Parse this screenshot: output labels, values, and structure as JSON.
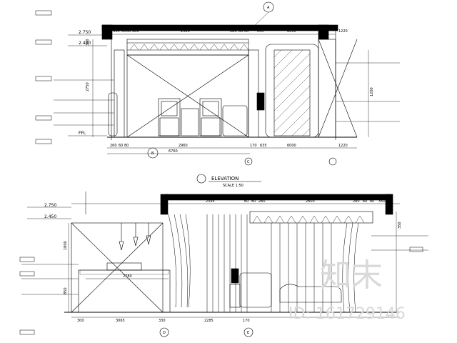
{
  "top_elevation": {
    "levels": [
      "2.750",
      "2.400",
      "FFL"
    ],
    "top_dims": [
      "350",
      "60",
      "80",
      "280",
      "2520",
      "280",
      "80",
      "60",
      "645",
      "6000",
      "1220"
    ],
    "bottom_dims": [
      "260",
      "60",
      "80",
      "2960",
      "170",
      "635",
      "6000",
      "1220"
    ],
    "overall_width": "6760",
    "heights": [
      "2750",
      "350"
    ],
    "right_height": "1200",
    "axis_markers": [
      "A",
      "B",
      "C"
    ]
  },
  "title": {
    "text": "ELEVATION",
    "scale": "SCALE 1:50"
  },
  "bottom_elevation": {
    "levels": [
      "2.750",
      "2.450"
    ],
    "top_dims": [
      "2395",
      "60",
      "80",
      "280",
      "2800",
      "280",
      "60",
      "80",
      "350"
    ],
    "bottom_dims": [
      "300",
      "3065",
      "330",
      "2285",
      "170"
    ],
    "inner_width": "2780",
    "heights": [
      "1800",
      "850"
    ],
    "right_height": "350",
    "axis_markers": [
      "D",
      "E"
    ]
  },
  "watermark": {
    "logo": "知末",
    "id_text": "ID: 161729146"
  }
}
